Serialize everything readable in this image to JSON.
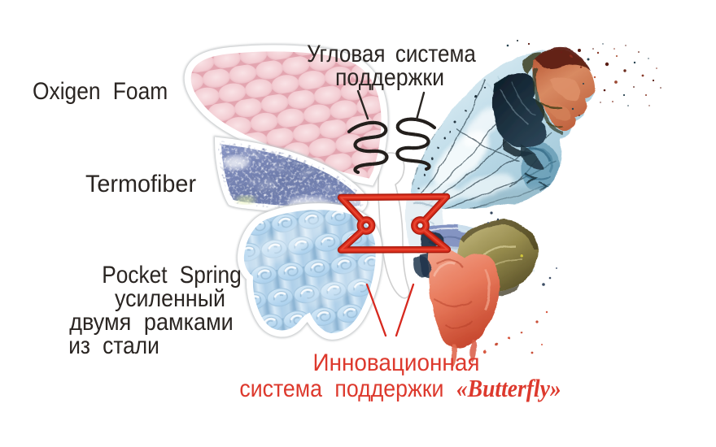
{
  "figure": {
    "title": "Butterfly mattress support system diagram",
    "type": "infographic-butterfly"
  },
  "labels": {
    "oxigen_foam": "Oxigen Foam",
    "corner_system": {
      "line1": "Угловая система",
      "line2": "поддержки"
    },
    "termofiber": "Termofiber",
    "pocket_spring": {
      "line1": "Pocket Spring",
      "line2": "усиленный",
      "line3": "двумя рамками",
      "line4": "из стали"
    },
    "innovation": {
      "line1": "Инновационная",
      "line2_text": "система поддержки",
      "line2_script": "«Butterfly»"
    }
  },
  "colors": {
    "background": "#ffffff",
    "text_dark": "#2a2522",
    "text_red": "#dd392d",
    "frame_red": "#d92c1c",
    "foam_pink": "#f4ccd0",
    "fiber_blue": "#7d87ba",
    "spring_blue": "#c6ddf0",
    "wing_ice_blue": "#a9cddd",
    "wing_navy": "#16242e",
    "wing_rust": "#c06042",
    "wing_olive": "#9a8f52",
    "wing_coral": "#e87a5e"
  }
}
